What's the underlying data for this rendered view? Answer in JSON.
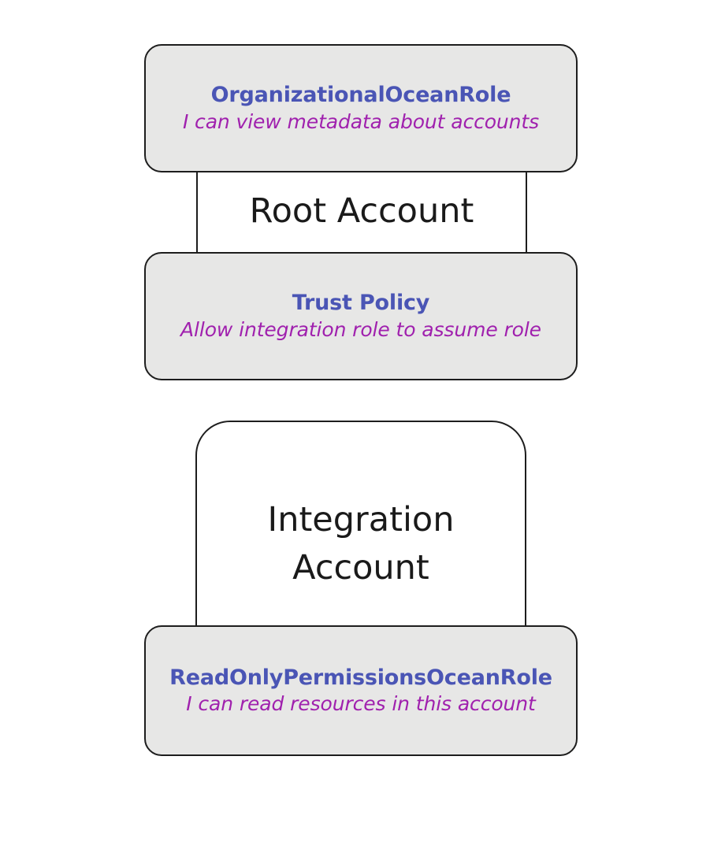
{
  "diagram": {
    "type": "aws-cross-account-role-diagram",
    "colors": {
      "role_box_fill": "#e7e7e6",
      "border": "#1d1d1d",
      "title_blue": "#4a55b5",
      "subtitle_purple": "#a021ae",
      "label_black": "#1a1a1a",
      "canvas_background": "#ffffff"
    },
    "nodes": [
      {
        "id": "org-role",
        "kind": "role-box",
        "title": "OrganizationalOceanRole",
        "subtitle": "I can view metadata about accounts"
      },
      {
        "id": "root-account",
        "kind": "container",
        "label": "Root Account"
      },
      {
        "id": "trust-policy",
        "kind": "role-box",
        "title": "Trust Policy",
        "subtitle": "Allow integration role to assume role"
      },
      {
        "id": "integration-account",
        "kind": "container",
        "label": "Integration Account"
      },
      {
        "id": "readonly-role",
        "kind": "role-box",
        "title": "ReadOnlyPermissionsOceanRole",
        "subtitle": "I can read resources in this account"
      }
    ],
    "org_role": {
      "title": "OrganizationalOceanRole",
      "subtitle": "I can view metadata about accounts"
    },
    "root_account": {
      "label": "Root Account"
    },
    "trust_policy": {
      "title": "Trust Policy",
      "subtitle": "Allow integration role to assume role"
    },
    "integration_account": {
      "label_line1": "Integration",
      "label_line2": "Account"
    },
    "readonly_role": {
      "title": "ReadOnlyPermissionsOceanRole",
      "subtitle": "I can read resources in this account"
    }
  }
}
